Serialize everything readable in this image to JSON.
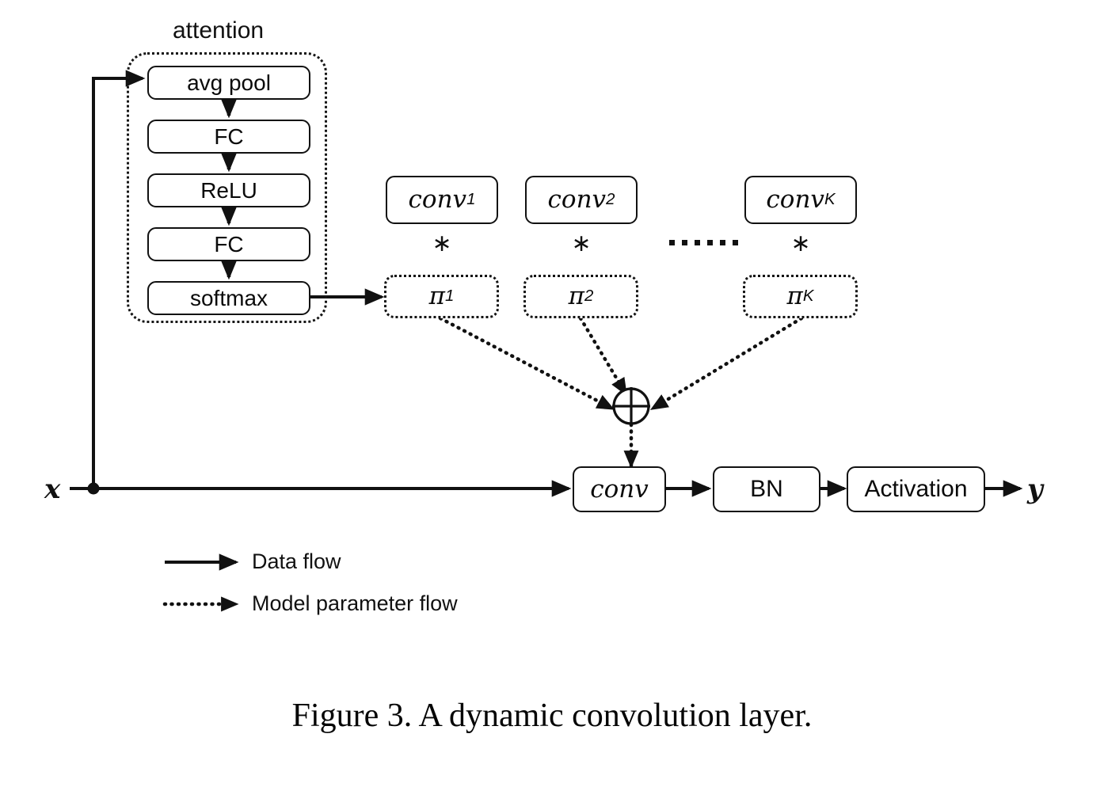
{
  "figure": {
    "caption": "Figure 3. A dynamic convolution layer.",
    "attention_group_label": "attention"
  },
  "attention": {
    "blocks": [
      {
        "label": "avg pool"
      },
      {
        "label": "FC"
      },
      {
        "label": "ReLU"
      },
      {
        "label": "FC"
      },
      {
        "label": "softmax"
      }
    ]
  },
  "kernels": {
    "conv": [
      {
        "base": "conv",
        "sub": "1"
      },
      {
        "base": "conv",
        "sub": "2"
      },
      {
        "base": "conv",
        "sub": "K"
      }
    ],
    "pi": [
      {
        "base": "π",
        "sub": "1"
      },
      {
        "base": "π",
        "sub": "2"
      },
      {
        "base": "π",
        "sub": "K"
      }
    ],
    "multiply_symbol": "∗",
    "ellipsis": "… …"
  },
  "aggregate": {
    "symbol": "⊕"
  },
  "pipeline": [
    {
      "label": "conv",
      "style": "math-italic"
    },
    {
      "label": "BN",
      "style": "plain"
    },
    {
      "label": "Activation",
      "style": "plain"
    }
  ],
  "io": {
    "input_label": "x",
    "output_label": "y"
  },
  "legend": {
    "items": [
      {
        "label": "Data flow",
        "line": "solid"
      },
      {
        "label": "Model parameter flow",
        "line": "dotted"
      }
    ]
  },
  "colors": {
    "ink": "#111111",
    "background": "#ffffff"
  }
}
